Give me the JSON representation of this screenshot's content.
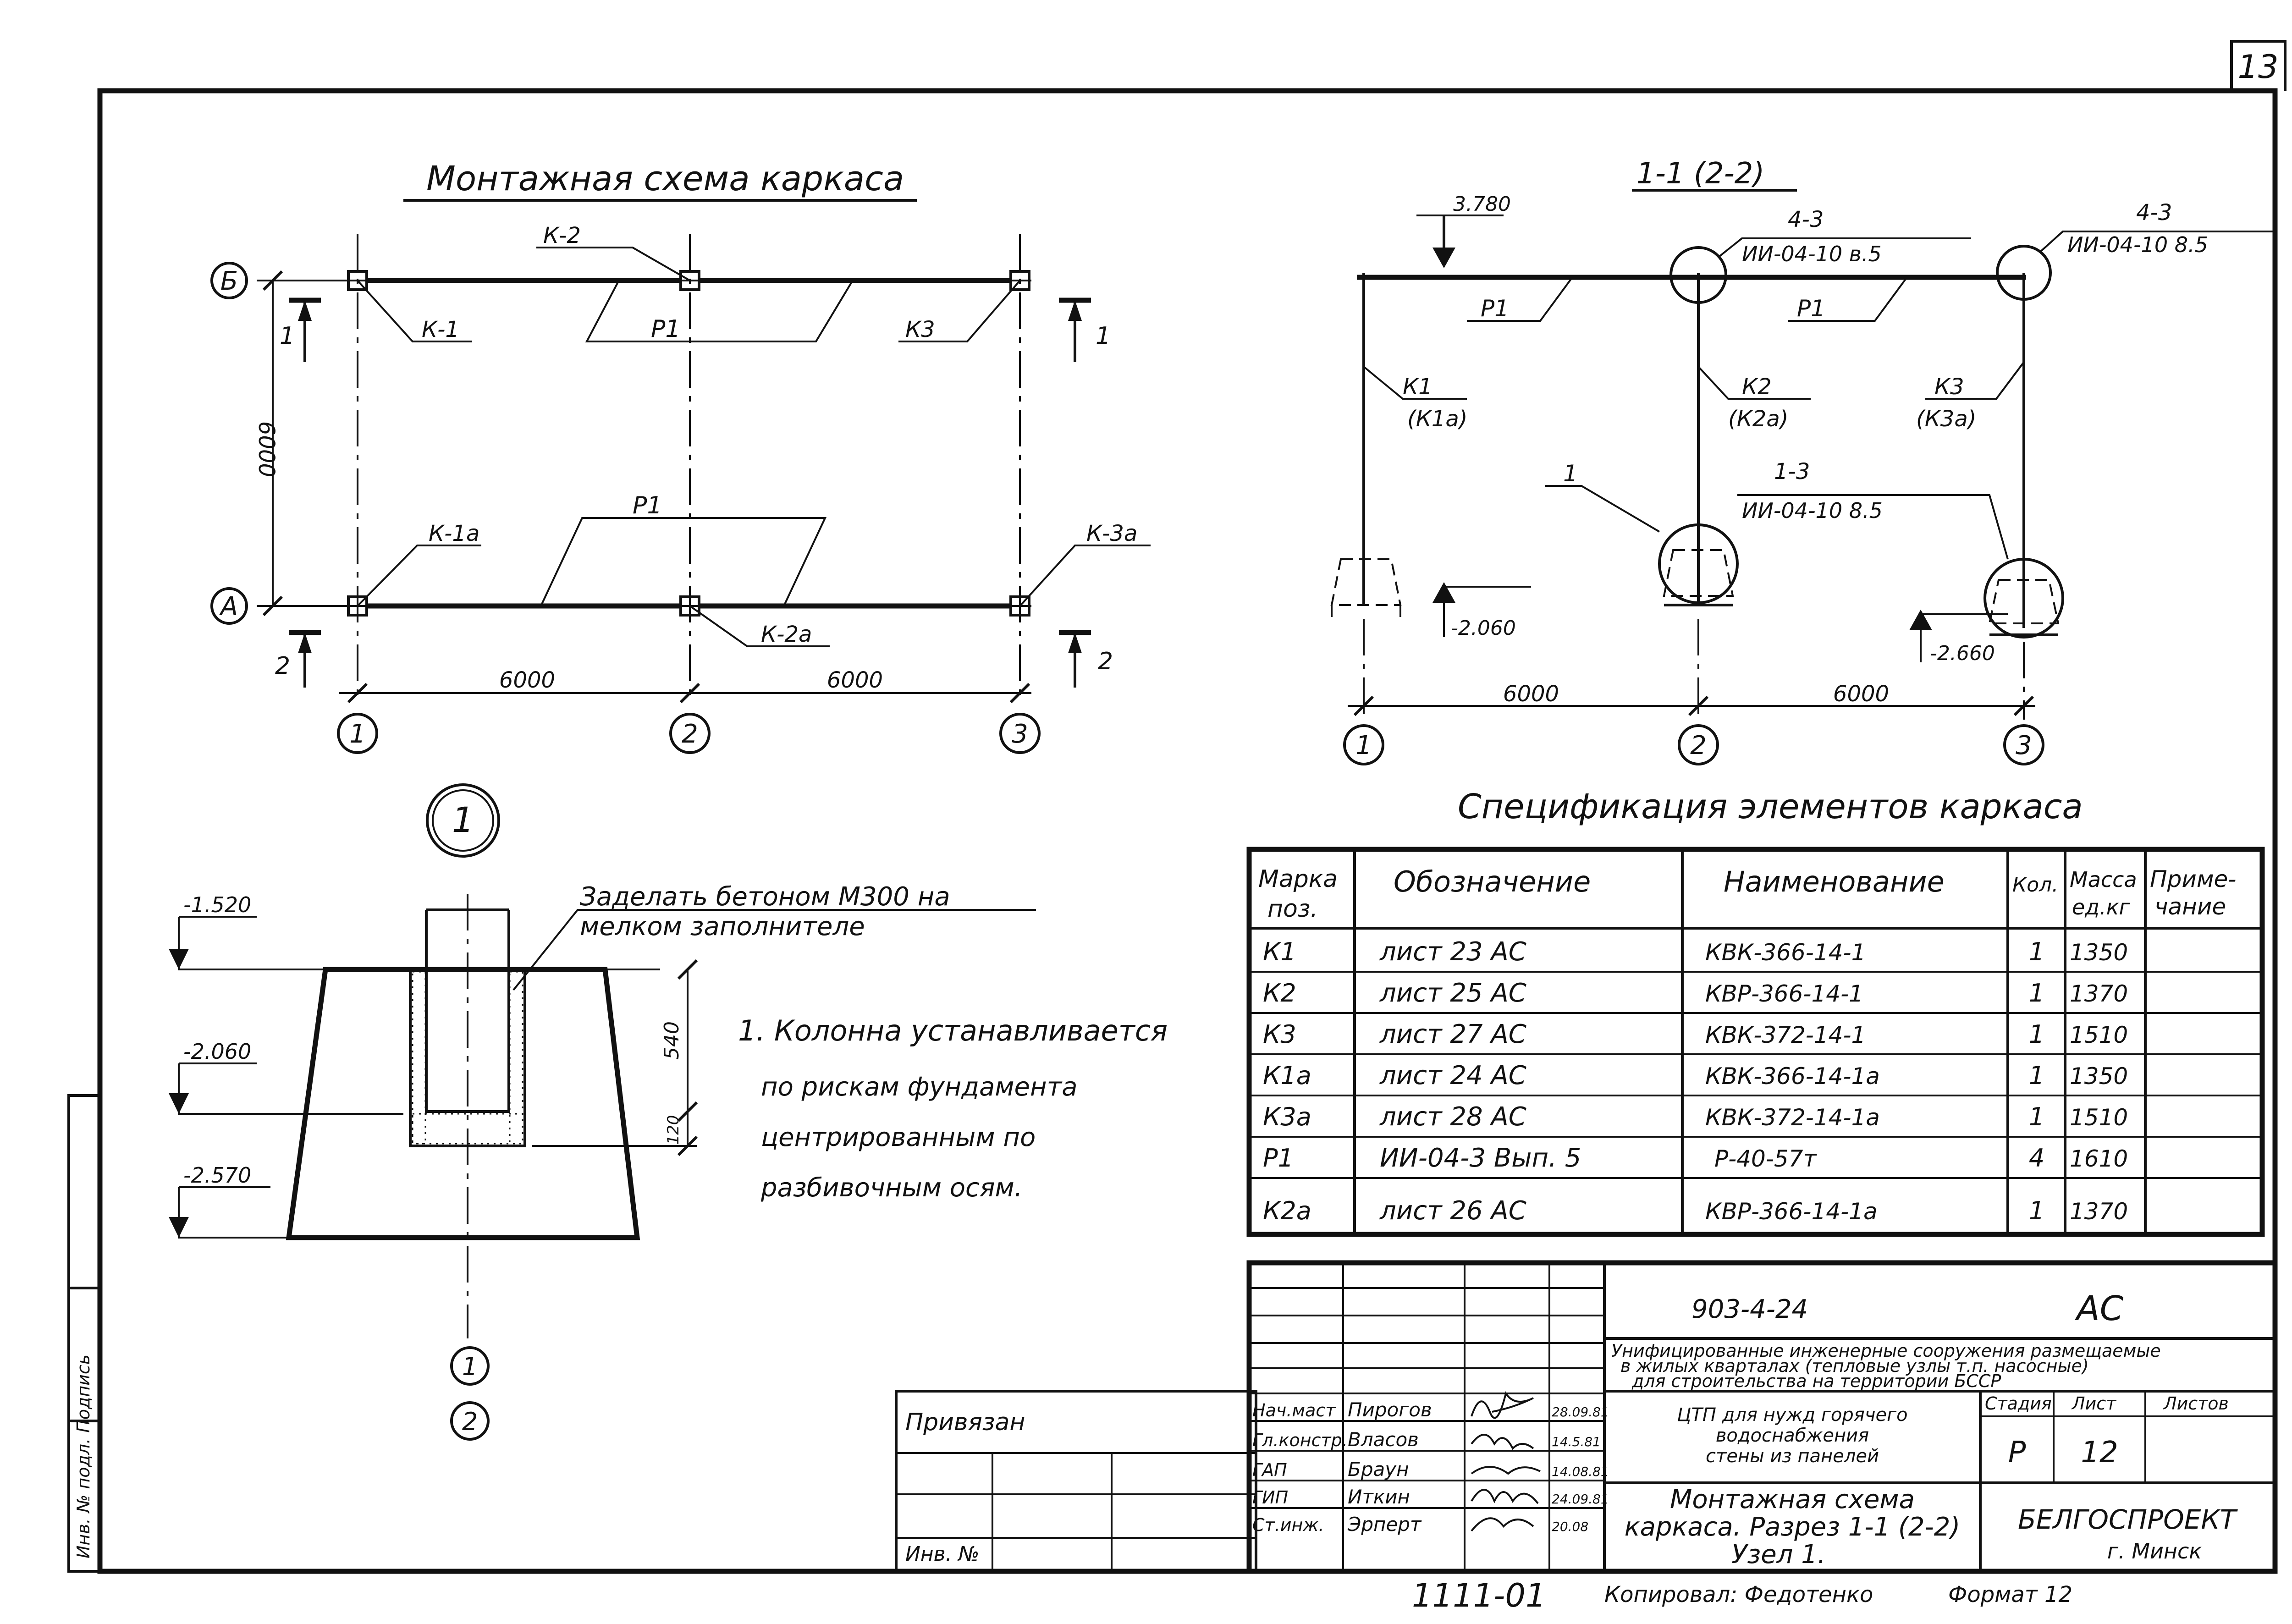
{
  "page_number": "13",
  "plan": {
    "title": "Монтажная схема каркаса",
    "axis_rows": [
      "Б",
      "А"
    ],
    "axis_cols": [
      "1",
      "2",
      "3"
    ],
    "dim_span_1": "6000",
    "dim_span_2": "6000",
    "dim_height": "6000",
    "marks": {
      "k1": "К-1",
      "k2": "К-2",
      "k3": "К3",
      "k1a": "К-1а",
      "k2a": "К-2а",
      "k3a": "К-3а",
      "p1_top": "Р1",
      "p1_bottom": "Р1"
    },
    "cut_marks": {
      "c1": "1",
      "c2": "2"
    }
  },
  "section": {
    "title": "1-1 (2-2)",
    "elev_top": "3.780",
    "elev_left": "-2.060",
    "elev_right": "-2.660",
    "node_43_a": "4-3",
    "node_43_a_ref": "ИИ-04-10 в.5",
    "node_43_b": "4-3",
    "node_43_b_ref": "ИИ-04-10 8.5",
    "node_13": "1-3",
    "node_13_ref": "ИИ-04-10 8.5",
    "node_1": "1",
    "p1_a": "Р1",
    "p1_b": "Р1",
    "k1": "К1",
    "k1a": "(К1а)",
    "k2": "К2",
    "k2a": "(К2а)",
    "k3": "К3",
    "k3a": "(К3а)",
    "dim_1": "6000",
    "dim_2": "6000",
    "axes": [
      "1",
      "2",
      "3"
    ]
  },
  "node": {
    "number": "1",
    "elev_1": "-1.520",
    "elev_2": "-2.060",
    "elev_3": "-2.570",
    "note_1": "Заделать бетоном М300 на",
    "note_2": "мелком заполнителе",
    "dim_540": "540",
    "dim_120": "120",
    "axes": [
      "1",
      "2"
    ],
    "remark_1": "1. Колонна устанавливается",
    "remark_2": "по рискам фундамента",
    "remark_3": "центрированным по",
    "remark_4": "разбивочным осям."
  },
  "spec": {
    "title": "Спецификация элементов каркаса",
    "headers": {
      "mark_1": "Марка",
      "mark_2": "поз.",
      "designation": "Обозначение",
      "name": "Наименование",
      "qty": "Кол.",
      "mass_1": "Масса",
      "mass_2": "ед.кг",
      "note_1": "Приме-",
      "note_2": "чание"
    },
    "rows": [
      {
        "mark": "К1",
        "designation": "лист 23 АС",
        "name": "КВК-366-14-1",
        "qty": "1",
        "mass": "1350"
      },
      {
        "mark": "К2",
        "designation": "лист 25 АС",
        "name": "КВР-366-14-1",
        "qty": "1",
        "mass": "1370"
      },
      {
        "mark": "К3",
        "designation": "лист 27 АС",
        "name": "КВК-372-14-1",
        "qty": "1",
        "mass": "1510"
      },
      {
        "mark": "К1а",
        "designation": "лист 24 АС",
        "name": "КВК-366-14-1а",
        "qty": "1",
        "mass": "1350"
      },
      {
        "mark": "К3а",
        "designation": "лист 28 АС",
        "name": "КВК-372-14-1а",
        "qty": "1",
        "mass": "1510"
      },
      {
        "mark": "Р1",
        "designation": "ИИ-04-3 Вып. 5",
        "name": "Р-40-57т",
        "qty": "4",
        "mass": "1610"
      },
      {
        "mark": "К2а",
        "designation": "лист 26 АС",
        "name": "КВР-366-14-1а",
        "qty": "1",
        "mass": "1370"
      }
    ]
  },
  "title_block": {
    "code": "903-4-24",
    "section": "АС",
    "project_1": "Унифицированные инженерные сооружения размещаемые",
    "project_2": "в жилых кварталах (тепловые узлы т.п. насосные)",
    "project_3": "для строительства на территории БССР",
    "object_1": "ЦТП для нужд горячего",
    "object_2": "водоснабжения",
    "object_3": "стены из панелей",
    "stage_label": "Стадия",
    "sheet_label": "Лист",
    "sheets_label": "Листов",
    "stage": "Р",
    "sheet": "12",
    "drawing_1": "Монтажная схема",
    "drawing_2": "каркаса. Разрез 1-1 (2-2)",
    "drawing_3": "Узел 1.",
    "org_1": "БЕЛГОСПРОЕКТ",
    "org_2": "г. Минск",
    "linked": "Привязан",
    "inv_no": "Инв. №",
    "side_stamp": "Инв. № подл. Подпись",
    "signers": [
      {
        "role": "Нач.маст",
        "name": "Пирогов",
        "date": "28.09.81"
      },
      {
        "role": "Гл.констр.",
        "name": "Власов",
        "date": "14.5.81"
      },
      {
        "role": "ГАП",
        "name": "Браун",
        "date": "14.08.81"
      },
      {
        "role": "ГИП",
        "name": "Иткин",
        "date": "24.09.81"
      },
      {
        "role": "Ст.инж.",
        "name": "Эрперт",
        "date": "20.08"
      }
    ],
    "copied": "Копировал: Федотенко",
    "format": "Формат 12",
    "archive_no": "1111-01"
  }
}
